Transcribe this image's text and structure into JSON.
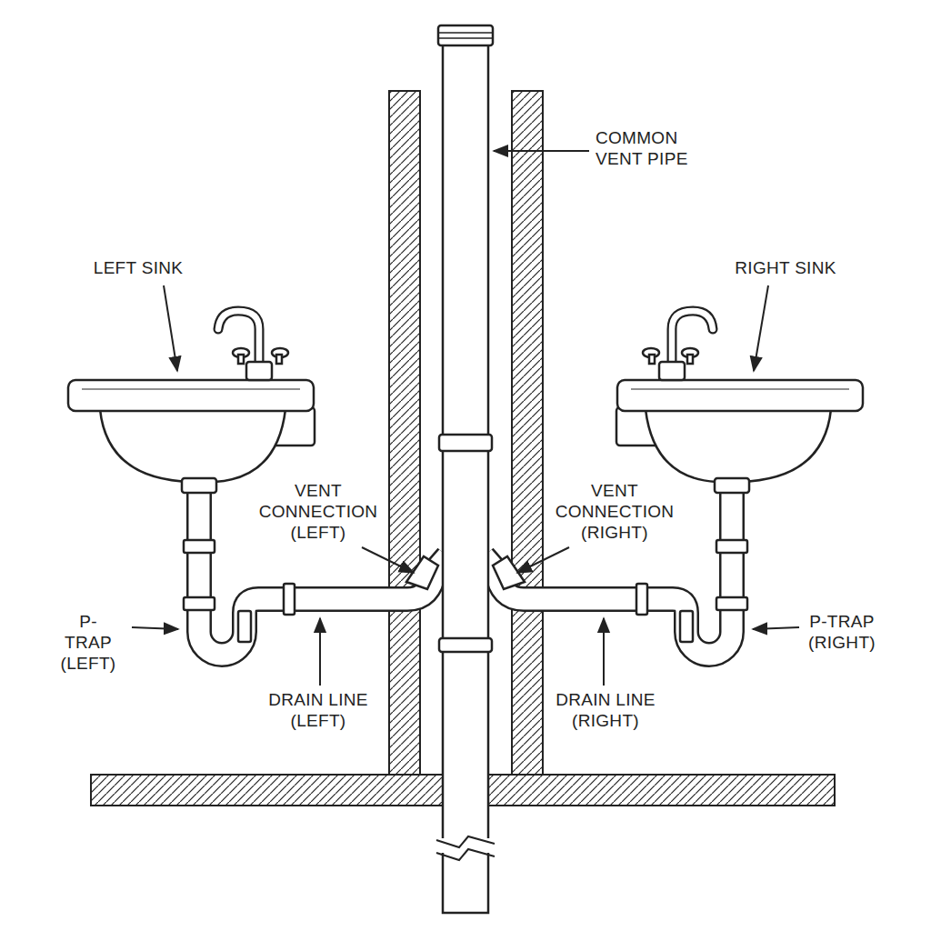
{
  "diagram": {
    "labels": [
      "COMMON VENT PIPE",
      "LEFT SINK",
      "RIGHT SINK",
      "VENT CONNECTION (LEFT)",
      "VENT CONNECTION (RIGHT)",
      "P-TRAP (LEFT)",
      "P-TRAP (RIGHT)",
      "DRAIN LINE (LEFT)",
      "DRAIN LINE (RIGHT)"
    ]
  }
}
